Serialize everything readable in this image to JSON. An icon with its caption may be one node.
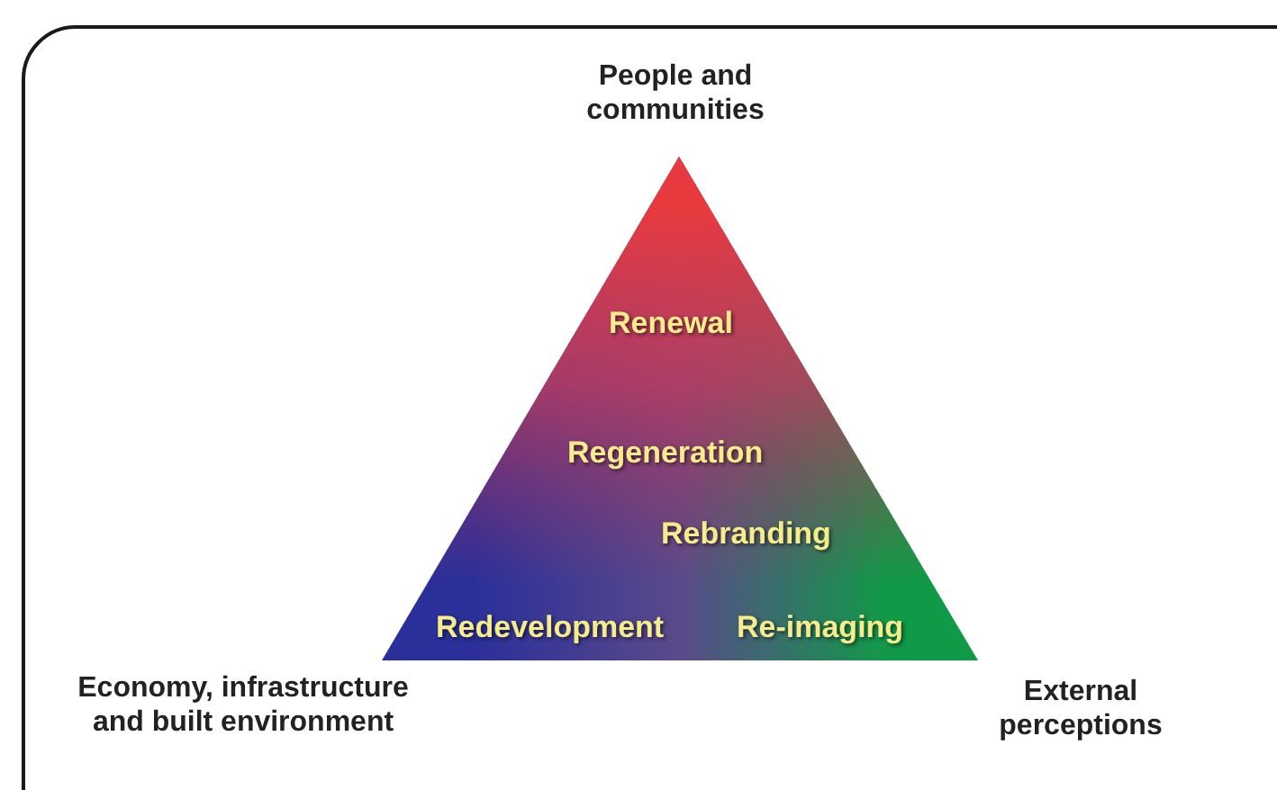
{
  "diagram": {
    "nodes": [
      {
        "text": [
          "Renewal",
          "Regeneration",
          "Rebranding",
          "Redevelopment",
          "Re-imaging"
        ]
      }
    ],
    "labels": [
      "People and communities",
      "Economy, infrastructure and built environment",
      "External perceptions"
    ]
  }
}
